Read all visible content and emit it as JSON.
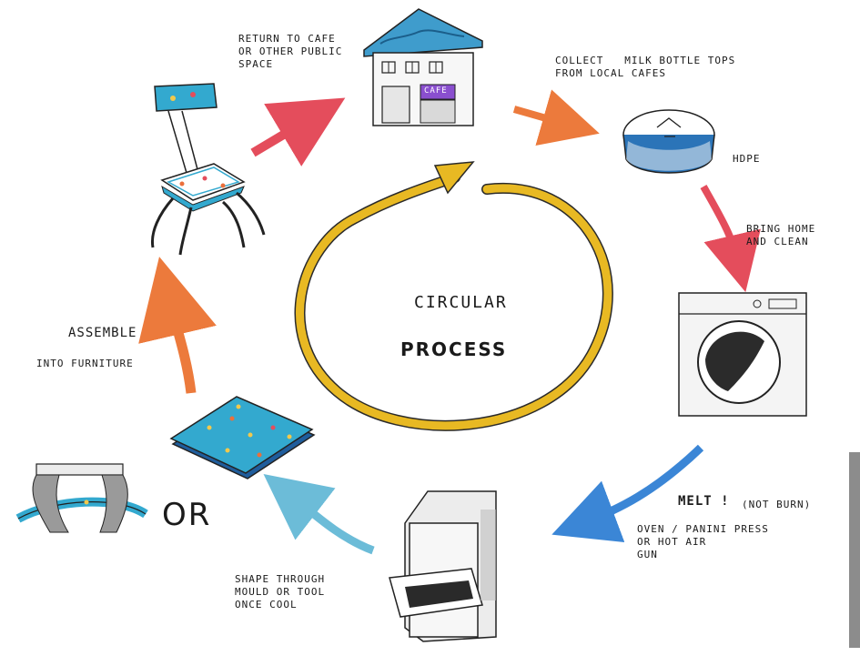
{
  "center": {
    "line1": "CIRCULAR",
    "line2": "PROCESS"
  },
  "steps": {
    "cafe_return": "RETURN TO CAFE\nOR OTHER PUBLIC\nSPACE",
    "cafe_sign": "CAFE",
    "collect": "COLLECT   MILK BOTTLE TOPS\nFROM LOCAL CAFES",
    "hdpe": "HDPE",
    "bring_home": "BRING HOME\nAND CLEAN",
    "melt": "MELT !",
    "not_burn": "(NOT BURN)",
    "melt_tools": "OVEN / PANINI PRESS\nOR HOT AIR\nGUN",
    "shape": "SHAPE THROUGH\nMOULD OR TOOL\nONCE COOL",
    "or": "OR",
    "assemble": "ASSEMBLE",
    "into_furniture": "INTO FURNITURE"
  },
  "colors": {
    "center_loop": "#e8b923",
    "arrow_red": "#e44d5c",
    "arrow_orange": "#ec7a3c",
    "arrow_blue": "#3b86d6",
    "arrow_lightblue": "#6cbcd8",
    "panel_teal": "#33a9cf",
    "cap_blue": "#2b74b8"
  }
}
